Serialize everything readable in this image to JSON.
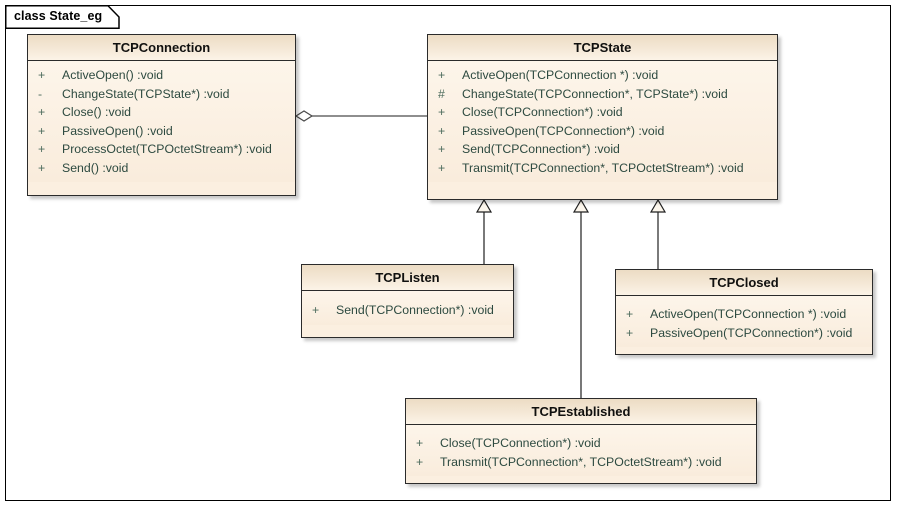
{
  "diagram": {
    "frame_label": "class State_eg",
    "background": "#ffffff",
    "frame_border": "#000000",
    "class_fill": "#fbefe0",
    "class_header_fill": "#eedfc7",
    "class_border": "#2b2b2b",
    "method_text_color": "#2d4a40",
    "visibility_color": "#4e6d5e"
  },
  "classes": {
    "tcpconnection": {
      "name": "TCPConnection",
      "methods": [
        {
          "vis": "+",
          "sig": "ActiveOpen()  :void"
        },
        {
          "vis": "-",
          "sig": "ChangeState(TCPState*)  :void"
        },
        {
          "vis": "+",
          "sig": "Close()  :void"
        },
        {
          "vis": "+",
          "sig": "PassiveOpen()  :void"
        },
        {
          "vis": "+",
          "sig": "ProcessOctet(TCPOctetStream*)  :void"
        },
        {
          "vis": "+",
          "sig": "Send()  :void"
        }
      ]
    },
    "tcpstate": {
      "name": "TCPState",
      "methods": [
        {
          "vis": "+",
          "sig": "ActiveOpen(TCPConnection *)  :void"
        },
        {
          "vis": "#",
          "sig": "ChangeState(TCPConnection*, TCPState*)  :void"
        },
        {
          "vis": "+",
          "sig": "Close(TCPConnection*)  :void"
        },
        {
          "vis": "+",
          "sig": "PassiveOpen(TCPConnection*)  :void"
        },
        {
          "vis": "+",
          "sig": "Send(TCPConnection*)  :void"
        },
        {
          "vis": "+",
          "sig": "Transmit(TCPConnection*, TCPOctetStream*)  :void"
        }
      ]
    },
    "tcplisten": {
      "name": "TCPListen",
      "methods": [
        {
          "vis": "+",
          "sig": "Send(TCPConnection*)  :void"
        }
      ]
    },
    "tcpclosed": {
      "name": "TCPClosed",
      "methods": [
        {
          "vis": "+",
          "sig": "ActiveOpen(TCPConnection *)  :void"
        },
        {
          "vis": "+",
          "sig": "PassiveOpen(TCPConnection*)  :void"
        }
      ]
    },
    "tcpestablished": {
      "name": "TCPEstablished",
      "methods": [
        {
          "vis": "+",
          "sig": "Close(TCPConnection*)  :void"
        },
        {
          "vis": "+",
          "sig": "Transmit(TCPConnection*, TCPOctetStream*)  :void"
        }
      ]
    }
  },
  "connectors": [
    {
      "kind": "aggregation",
      "from": "TCPConnection",
      "to": "TCPState",
      "end_shape": "hollow-diamond"
    },
    {
      "kind": "generalization",
      "from": "TCPListen",
      "to": "TCPState",
      "end_shape": "hollow-triangle"
    },
    {
      "kind": "generalization",
      "from": "TCPEstablished",
      "to": "TCPState",
      "end_shape": "hollow-triangle"
    },
    {
      "kind": "generalization",
      "from": "TCPClosed",
      "to": "TCPState",
      "end_shape": "hollow-triangle"
    }
  ]
}
